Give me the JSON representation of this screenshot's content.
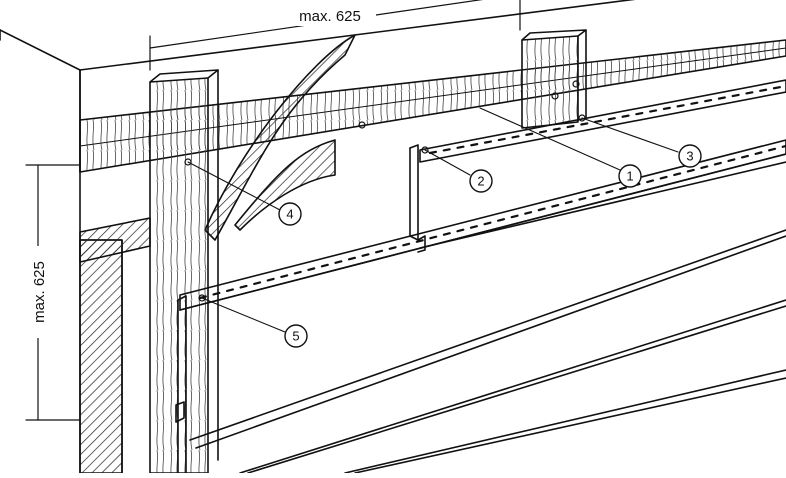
{
  "dimensions": {
    "horizontal_label": "max. 625",
    "vertical_label": "max. 625"
  },
  "callouts": [
    {
      "id": "1",
      "label": "1"
    },
    {
      "id": "2",
      "label": "2"
    },
    {
      "id": "3",
      "label": "3"
    },
    {
      "id": "4",
      "label": "4"
    },
    {
      "id": "5",
      "label": "5"
    }
  ],
  "colors": {
    "line": "#111111",
    "background": "#ffffff",
    "hatch": "#222222"
  }
}
